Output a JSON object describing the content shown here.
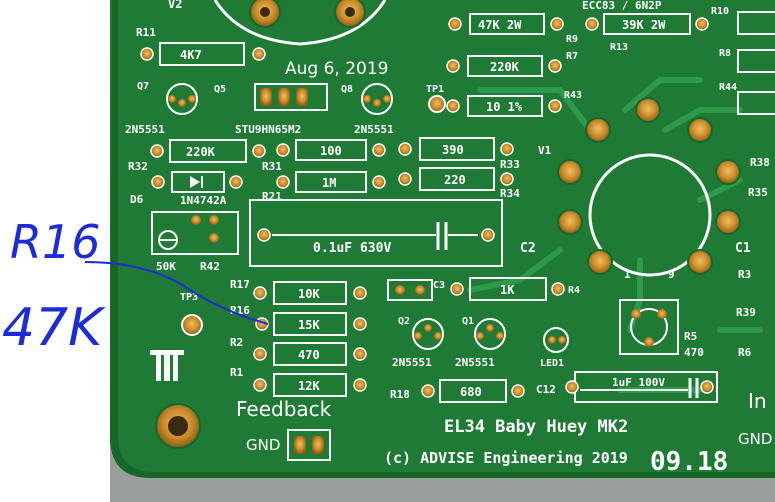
{
  "handwritten_note": {
    "line1": "R16",
    "line2": "47K"
  },
  "board": {
    "date": "Aug 6, 2019",
    "project": "EL34 Baby Huey MK2",
    "copyright": "(c) ADVISE Engineering 2019",
    "stamp": "09.18",
    "tube_label": "ECC83 / 6N2P",
    "feedback_label": "Feedback",
    "gnd_left": "GND",
    "gnd_right": "GND",
    "in_label": "In"
  },
  "resistors": {
    "r11_value": "4K7",
    "r9_value": "47K 2W",
    "r7_value": "220K",
    "r43_value": "10 1%",
    "r13_value": "39K 2W",
    "r32_value": "220K",
    "r31_value": "100",
    "r21_value": "1M",
    "r33_value": "390",
    "r34_value": "220",
    "r17_value": "10K",
    "r16_value": "15K",
    "r2_value": "470",
    "r1_value": "12K",
    "r4_value": "1K",
    "r18_value": "680",
    "r5_value": "470"
  },
  "refs": {
    "v2": "V2",
    "r11": "R11",
    "q7": "Q7",
    "q5": "Q5",
    "q8": "Q8",
    "tp1": "TP1",
    "r9": "R9",
    "r7": "R7",
    "r43": "R43",
    "r13": "R13",
    "r10": "R10",
    "r8": "R8",
    "r44": "R44",
    "q7_type": "2N5551",
    "q5_type": "STU9HN65M2",
    "q8_type": "2N5551",
    "r32": "R32",
    "r31": "R31",
    "r21": "R21",
    "r33": "R33",
    "r34": "R34",
    "d6": "D6",
    "d6_type": "1N4742A",
    "v1": "V1",
    "r38": "R38",
    "r35": "R35",
    "pot": "50K",
    "r42": "R42",
    "c2": "C2",
    "c2_value": "0.1uF 630V",
    "c1": "C1",
    "r3": "R3",
    "r39": "R39",
    "r6": "R6",
    "r17": "R17",
    "r16": "R16",
    "r2": "R2",
    "r1": "R1",
    "tp3": "TP3",
    "c3": "C3",
    "r4": "R4",
    "q2": "Q2",
    "q1": "Q1",
    "q2_type": "2N5551",
    "q1_type": "2N5551",
    "led1": "LED1",
    "r18": "R18",
    "c12": "C12",
    "c12_value": "1uF 100V",
    "r5": "R5",
    "pin1": "1",
    "pin9": "9"
  }
}
